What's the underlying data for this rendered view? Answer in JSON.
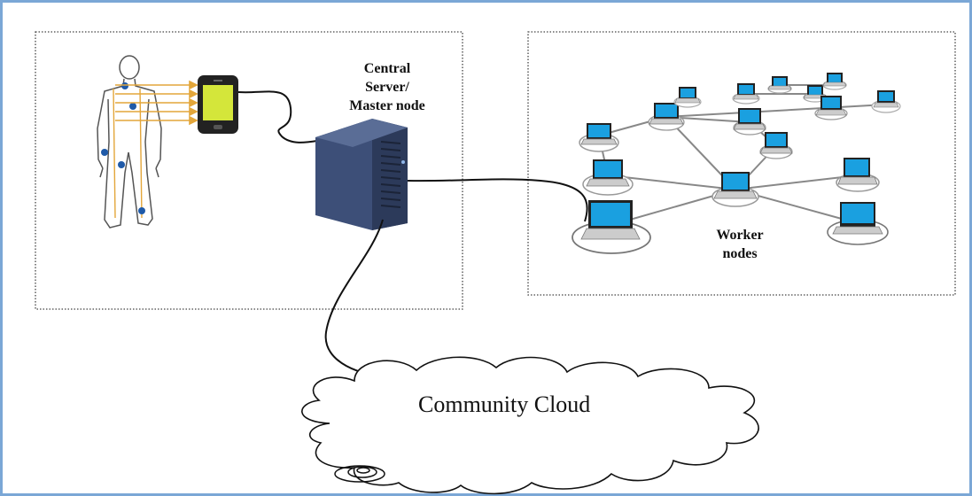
{
  "labels": {
    "central_server_line1": "Central",
    "central_server_line2": "Server/",
    "central_server_line3": "Master node",
    "worker_line1": "Worker",
    "worker_line2": "nodes",
    "cloud": "Community Cloud"
  },
  "icons": {
    "human": "human-body-sensors-icon",
    "phone": "smartphone-icon",
    "server": "server-tower-icon",
    "laptop": "laptop-icon",
    "cloud": "cloud-icon"
  },
  "colors": {
    "frame_border": "#7ba7d6",
    "sensor_lines": "#e3a63a",
    "sensor_dot": "#1f5aa8",
    "laptop_screen": "#1aa0e0",
    "server_body": "#3d4f78",
    "phone_screen": "#d4e63a"
  }
}
